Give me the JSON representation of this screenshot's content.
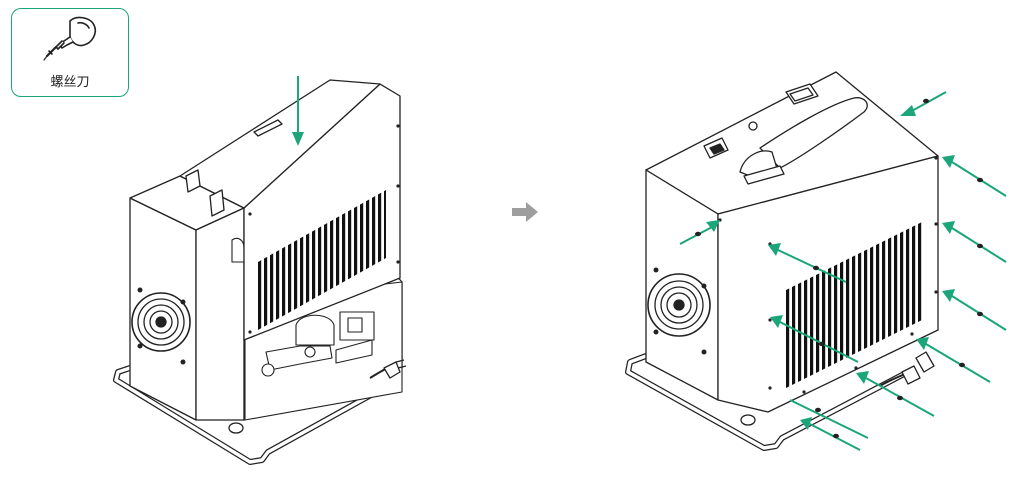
{
  "tool": {
    "label": "螺丝刀",
    "icon": "screwdriver-icon",
    "border_color": "#1aa57a"
  },
  "step_arrow": {
    "icon": "right-arrow-icon",
    "color": "#9e9e9e"
  },
  "colors": {
    "accent": "#1aa57a",
    "line": "#222222",
    "fill": "#ffffff",
    "grille": "#111111"
  },
  "before": {
    "arrow_count": 1
  },
  "after": {
    "arrow_count": 11,
    "screw_count": 11
  }
}
